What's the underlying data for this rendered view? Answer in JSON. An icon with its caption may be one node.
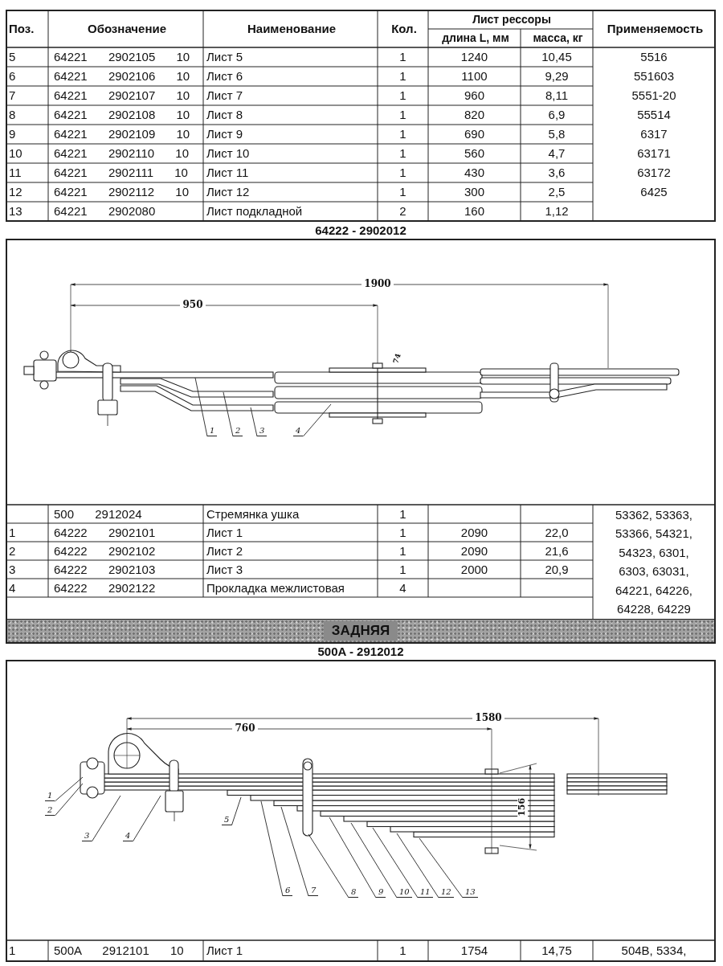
{
  "diagram": {
    "nodes": [
      {
        "text": [
          "1"
        ]
      },
      {
        "text": [
          "2"
        ]
      },
      {
        "text": [
          "3"
        ]
      },
      {
        "text": [
          "4"
        ]
      },
      {
        "text": [
          "ЗАДНЯЯ"
        ]
      },
      {
        "text": [
          "1"
        ]
      },
      {
        "text": [
          "2"
        ]
      },
      {
        "text": [
          "3"
        ]
      },
      {
        "text": [
          "4"
        ]
      },
      {
        "text": [
          "5"
        ]
      },
      {
        "text": [
          "6"
        ]
      },
      {
        "text": [
          "7"
        ]
      },
      {
        "text": [
          "8"
        ]
      },
      {
        "text": [
          "9"
        ]
      },
      {
        "text": [
          "10"
        ]
      },
      {
        "text": [
          "11"
        ]
      },
      {
        "text": [
          "12"
        ]
      },
      {
        "text": [
          "13"
        ]
      }
    ],
    "edges": [
      {
        "from": 0,
        "to": null,
        "arrow": "none"
      },
      {
        "from": 1,
        "to": null,
        "arrow": "none"
      },
      {
        "from": 2,
        "to": null,
        "arrow": "none"
      },
      {
        "from": 3,
        "to": null,
        "arrow": "none"
      },
      {
        "from": 5,
        "to": null,
        "arrow": "none"
      },
      {
        "from": 6,
        "to": null,
        "arrow": "none"
      },
      {
        "from": 7,
        "to": null,
        "arrow": "none"
      },
      {
        "from": 8,
        "to": null,
        "arrow": "none"
      },
      {
        "from": 9,
        "to": null,
        "arrow": "none"
      },
      {
        "from": 10,
        "to": null,
        "arrow": "none"
      },
      {
        "from": 11,
        "to": null,
        "arrow": "none"
      },
      {
        "from": 12,
        "to": null,
        "arrow": "none"
      },
      {
        "from": 13,
        "to": null,
        "arrow": "none"
      },
      {
        "from": 14,
        "to": null,
        "arrow": "none"
      },
      {
        "from": 15,
        "to": null,
        "arrow": "none"
      },
      {
        "from": 16,
        "to": null,
        "arrow": "none"
      },
      {
        "from": 17,
        "to": null,
        "arrow": "none"
      }
    ],
    "labels": [
      "Поз.",
      "Обозначение",
      "Наименование",
      "Кол.",
      "Лист рессоры",
      "Применяемость",
      "длина L, мм",
      "масса, кг",
      "5",
      "64221 2902105 10",
      "Лист 5",
      "1",
      "1240",
      "10,45",
      "5516",
      "6",
      "64221 2902106 10",
      "Лист 6",
      "1",
      "1100",
      "9,29",
      "551603",
      "7",
      "64221 2902107 10",
      "Лист 7",
      "1",
      "960",
      "8,11",
      "5551-20",
      "8",
      "64221 2902108 10",
      "Лист 8",
      "1",
      "820",
      "6,9",
      "55514",
      "9",
      "64221 2902109 10",
      "Лист 9",
      "1",
      "690",
      "5,8",
      "6317",
      "10",
      "64221 2902110 10",
      "Лист 10",
      "1",
      "560",
      "4,7",
      "63171",
      "11",
      "64221 2902111 10",
      "Лист 11",
      "1",
      "430",
      "3,6",
      "63172",
      "12",
      "64221 2902112 10",
      "Лист 12",
      "1",
      "300",
      "2,5",
      "6425",
      "13",
      "64221 2902080",
      "Лист подкладной",
      "2",
      "160",
      "1,12",
      "64222 - 2902012",
      "1900",
      "950",
      "74",
      "500 2912024",
      "Стремянка ушка",
      "1",
      "53362, 53363, 53366, 54321, 54323, 6301, 6303, 63031, 64221, 64226, 64228, 64229",
      "1",
      "64222 2902101",
      "Лист 1",
      "1",
      "2090",
      "22,0",
      "2",
      "64222 2902102",
      "Лист 2",
      "1",
      "2090",
      "21,6",
      "3",
      "64222 2902103",
      "Лист 3",
      "1",
      "2000",
      "20,9",
      "4",
      "64222 2902122",
      "Прокладка межлистовая",
      "4",
      "500A - 2912012",
      "1580",
      "760",
      "156",
      "1",
      "500A 2912101 10",
      "Лист 1",
      "1",
      "1754",
      "14,75",
      "504B, 5334,"
    ]
  }
}
